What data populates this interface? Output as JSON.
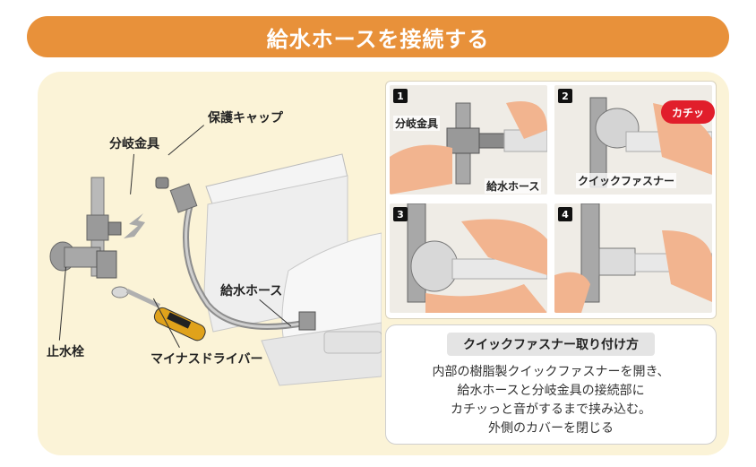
{
  "title": "給水ホースを接続する",
  "labels": {
    "bunki": "分岐金具",
    "cap": "保護キャップ",
    "hose": "給水ホース",
    "shisui": "止水栓",
    "driver": "マイナスドライバー"
  },
  "steps": [
    {
      "num": "1",
      "labels": [
        "分岐金具",
        "給水ホース"
      ]
    },
    {
      "num": "2",
      "labels": [
        "クイックファスナー"
      ],
      "bubble": "カチッ"
    },
    {
      "num": "3"
    },
    {
      "num": "4"
    }
  ],
  "info": {
    "title": "クイックファスナー取り付け方",
    "lines": [
      "内部の樹脂製クイックファスナーを開き、",
      "給水ホースと分岐金具の接続部に",
      "カチッっと音がするまで挟み込む。",
      "外側のカバーを閉じる"
    ]
  },
  "colors": {
    "banner": "#e8913a",
    "panel": "#fbf3d7",
    "bubble": "#e11e2b",
    "driver_handle": "#e0a21b"
  }
}
